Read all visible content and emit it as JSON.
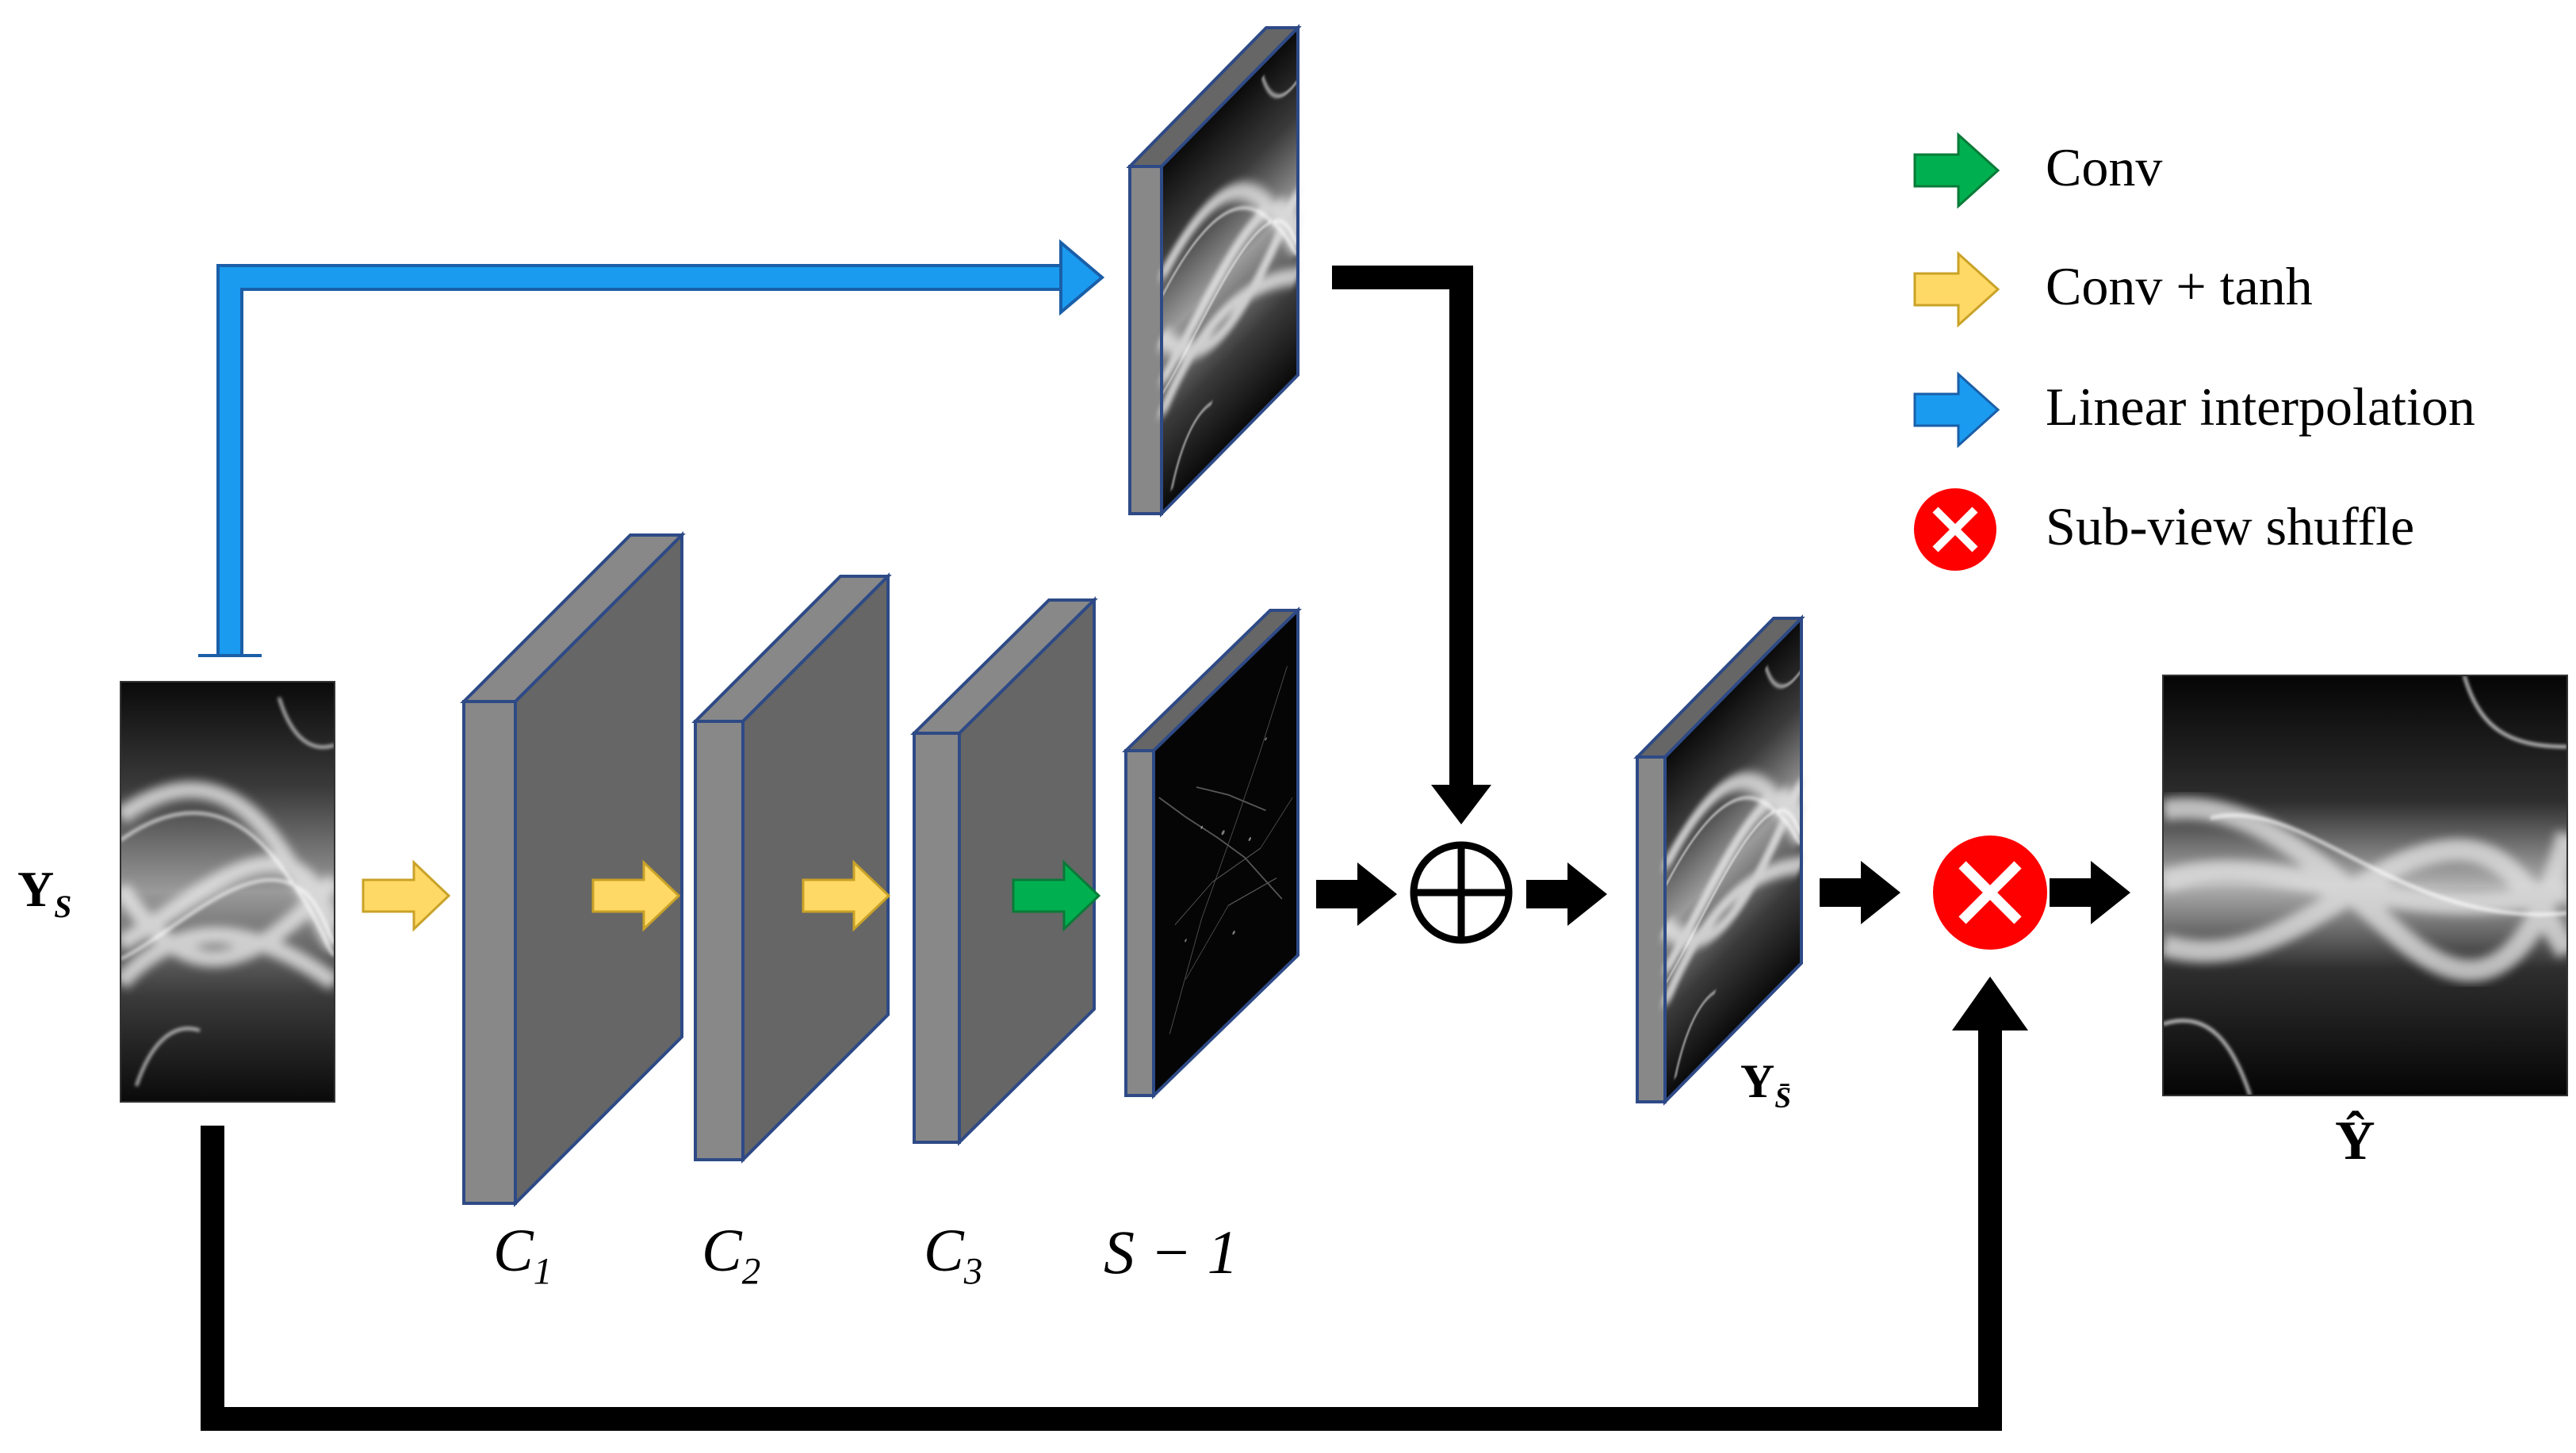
{
  "diagram": {
    "input_label": {
      "main": "Y",
      "sub": "S"
    },
    "interp_label": {
      "main": "Y",
      "sub": "S̄"
    },
    "output_label": "Ŷ",
    "layers": [
      {
        "main": "C",
        "sub": "1"
      },
      {
        "main": "C",
        "sub": "2"
      },
      {
        "main": "C",
        "sub": "3"
      }
    ],
    "residual_label": "S − 1",
    "sum_symbol": "⊕"
  },
  "legend": {
    "items": [
      {
        "label": "Conv",
        "color": "#00b050",
        "icon": "green-arrow-icon"
      },
      {
        "label": "Conv + tanh",
        "color": "#ffd966",
        "icon": "yellow-arrow-icon"
      },
      {
        "label": "Linear interpolation",
        "color": "#0099ff",
        "icon": "blue-arrow-icon"
      },
      {
        "label": "Sub-view shuffle",
        "color": "#ff0000",
        "icon": "sub-view-shuffle-icon"
      }
    ]
  },
  "colors": {
    "conv": "#00b050",
    "conv_tanh": "#ffd966",
    "interp": "#1a9bf0",
    "shuffle": "#ff0000",
    "layer_front": "#666666",
    "layer_side": "#888888",
    "layer_border": "#2e4a86"
  }
}
